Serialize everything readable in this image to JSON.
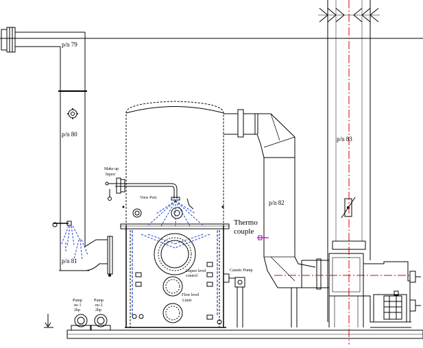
{
  "labels": {
    "pn79": "p/n 79",
    "pn80": "p/n 80",
    "pn81": "p/n 81",
    "pn82": "p/n 82",
    "pn83": "p/n 83",
    "thermo1": "Thermo",
    "thermo2": "couple",
    "makeup1": "Make up",
    "makeup2": "liquor",
    "viewport": "View Port",
    "liquor_level1": "Liquor level",
    "liquor_level2": "control",
    "flow_level1": "Flow level",
    "flow_level2": "Limit",
    "caustic_pump": "Caustic Pump",
    "pump1_line1": "Pump",
    "pump1_line2": "no 1",
    "pump1_line3": "2hp",
    "pump2_line1": "Pump",
    "pump2_line2": "no 2",
    "pump2_line3": "2hp"
  },
  "colors": {
    "line": "#000000",
    "spray": "#1a3fd6",
    "centerline": "#d40000",
    "thermocouple": "#b000b0",
    "wall": "#3a3a3a"
  }
}
